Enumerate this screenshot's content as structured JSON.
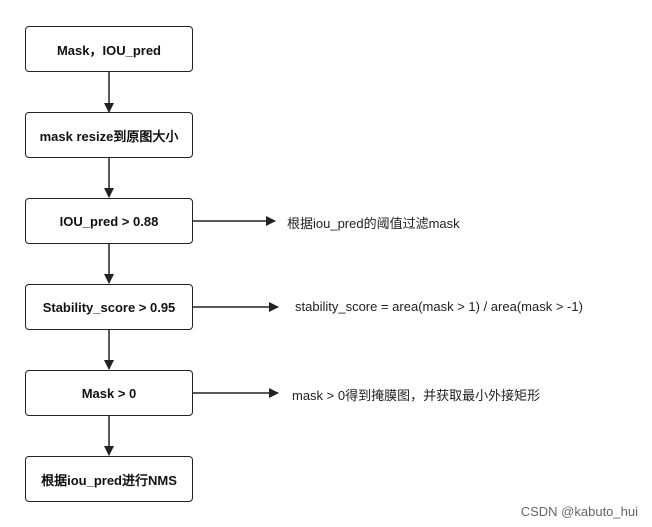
{
  "nodes": [
    {
      "label": "Mask，IOU_pred"
    },
    {
      "label": "mask resize到原图大小"
    },
    {
      "label": "IOU_pred > 0.88"
    },
    {
      "label": "Stability_score > 0.95"
    },
    {
      "label": "Mask > 0"
    },
    {
      "label": "根据iou_pred进行NMS"
    }
  ],
  "notes": [
    {
      "text": "根据iou_pred的阈值过滤mask"
    },
    {
      "text": "stability_score = area(mask > 1) / area(mask > -1)"
    },
    {
      "text": "mask > 0得到掩膜图，并获取最小外接矩形"
    }
  ],
  "watermark": "CSDN @kabuto_hui",
  "colors": {
    "stroke": "#222222",
    "background": "#ffffff"
  }
}
